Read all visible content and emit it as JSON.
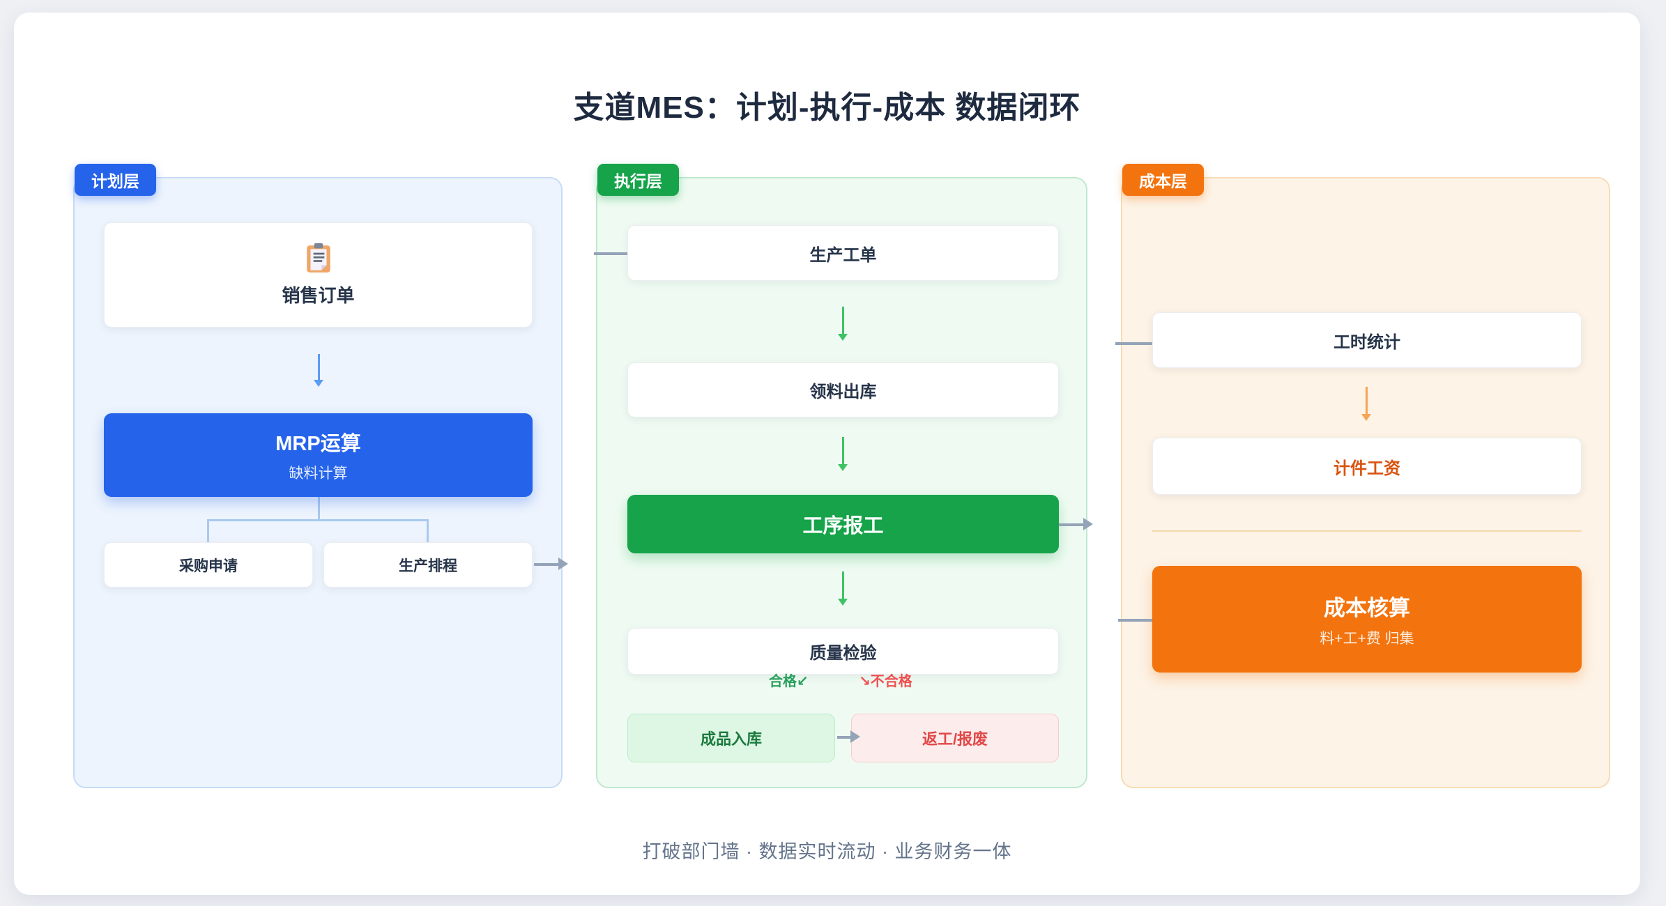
{
  "title": "支道MES：计划-执行-成本 数据闭环",
  "tagline": "打破部门墙 · 数据实时流动 · 业务财务一体",
  "colors": {
    "blue": "#2563eb",
    "green": "#16a34a",
    "orange": "#f3730e",
    "light_blue_arrow": "#5b9cf4",
    "green_arrow": "#3fc266",
    "orange_arrow": "#f6a455",
    "gray_connector": "#94a3b8",
    "pass_green": "#27a05c",
    "fail_red": "#ef5050",
    "dark_text": "#263449",
    "muted_text": "#64748b"
  },
  "planning": {
    "badge": "计划层",
    "sales_order": "销售订单",
    "sales_order_icon": "clipboard",
    "mrp_title": "MRP运算",
    "mrp_subtitle": "缺料计算",
    "purchase_request": "采购申请",
    "production_schedule": "生产排程"
  },
  "execution": {
    "badge": "执行层",
    "work_order": "生产工单",
    "material_issue": "领料出库",
    "operation_report": "工序报工",
    "quality_inspection": "质量检验",
    "pass_label": "合格↙",
    "fail_label": "↘不合格",
    "finished_goods": "成品入库",
    "rework_scrap": "返工/报废"
  },
  "cost": {
    "badge": "成本层",
    "labor_hours": "工时统计",
    "piece_wage": "计件工资",
    "cost_accounting_title": "成本核算",
    "cost_accounting_subtitle": "料+工+费 归集"
  }
}
